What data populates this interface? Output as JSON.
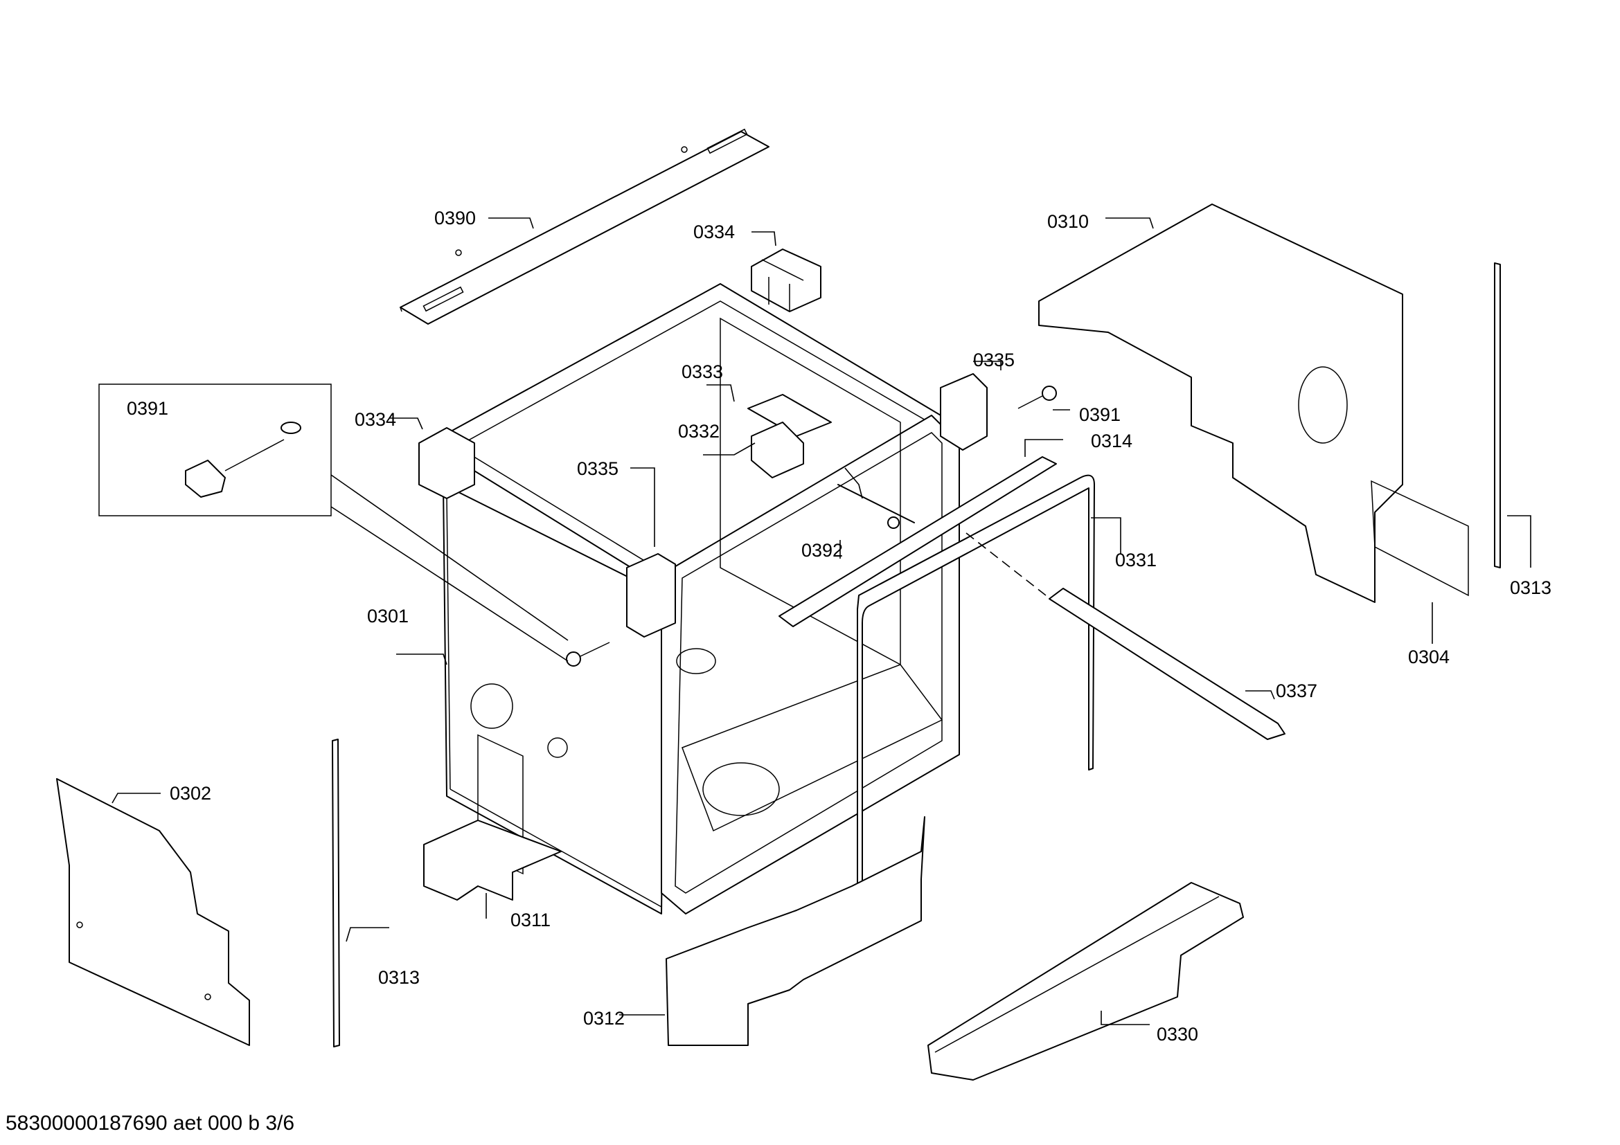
{
  "labels": {
    "l0390": "0390",
    "l0334a": "0334",
    "l0334b": "0334",
    "l0333": "0333",
    "l0332": "0332",
    "l0335a": "0335",
    "l0335b": "0335",
    "l0391a": "0391",
    "l0391b": "0391",
    "l0314": "0314",
    "l0310": "0310",
    "l0392": "0392",
    "l0331": "0331",
    "l0313a": "0313",
    "l0313b": "0313",
    "l0304": "0304",
    "l0301": "0301",
    "l0337": "0337",
    "l0302": "0302",
    "l0311": "0311",
    "l0312": "0312",
    "l0330": "0330"
  },
  "footer": "58300000187690 aet 000 b 3/6"
}
